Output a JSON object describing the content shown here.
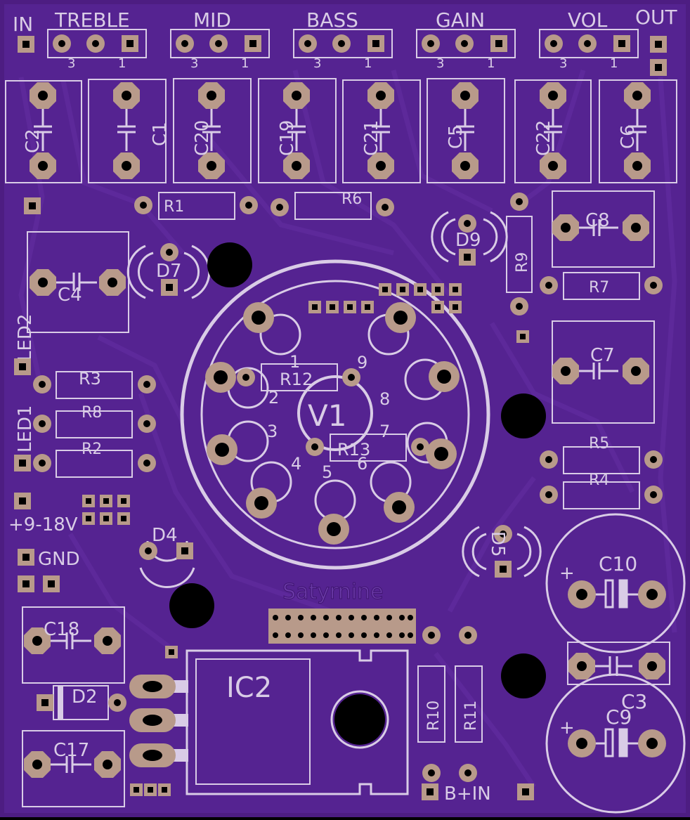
{
  "board": {
    "colors": {
      "substrate": "#4d1d82",
      "mask": "#552391",
      "trace": "#5e2a9c",
      "silk": "#d9cce6",
      "pad": "#b89a8a",
      "hole": "#000000"
    },
    "header_labels": {
      "in": "IN",
      "treble": "TREBLE",
      "mid": "MID",
      "bass": "BASS",
      "gain": "GAIN",
      "vol": "VOL",
      "out": "OUT"
    },
    "pot_pin_labels": {
      "left": "3",
      "right": "1"
    },
    "cap_labels": {
      "c2": "C2",
      "c1": "C1",
      "c20": "C20",
      "c19": "C19",
      "c21": "C21",
      "c5": "C5",
      "c22": "C22",
      "c6": "C6",
      "c4": "C4",
      "c8": "C8",
      "c7": "C7",
      "c18": "C18",
      "c17": "C17",
      "c10": "C10",
      "c3": "C3",
      "c9": "C9"
    },
    "res_labels": {
      "r1": "R1",
      "r6": "R6",
      "r9": "R9",
      "r7": "R7",
      "r3": "R3",
      "r8": "R8",
      "r2": "R2",
      "r12": "R12",
      "r13": "R13",
      "r5": "R5",
      "r4": "R4",
      "r10": "R10",
      "r11": "R11"
    },
    "diode_labels": {
      "d9": "D9",
      "d7": "D7",
      "d4": "D4",
      "d5": "D5",
      "d2": "D2"
    },
    "tube": {
      "label": "V1",
      "pins": [
        "1",
        "2",
        "3",
        "4",
        "5",
        "6",
        "7",
        "8",
        "9"
      ]
    },
    "side_labels": {
      "led1": "LED1",
      "led2": "LED2",
      "supply": "+9-18V",
      "gnd": "GND",
      "bplus": "B+IN"
    },
    "ic_label": "IC2",
    "brand": "Satyrnine",
    "polarity": "+"
  }
}
